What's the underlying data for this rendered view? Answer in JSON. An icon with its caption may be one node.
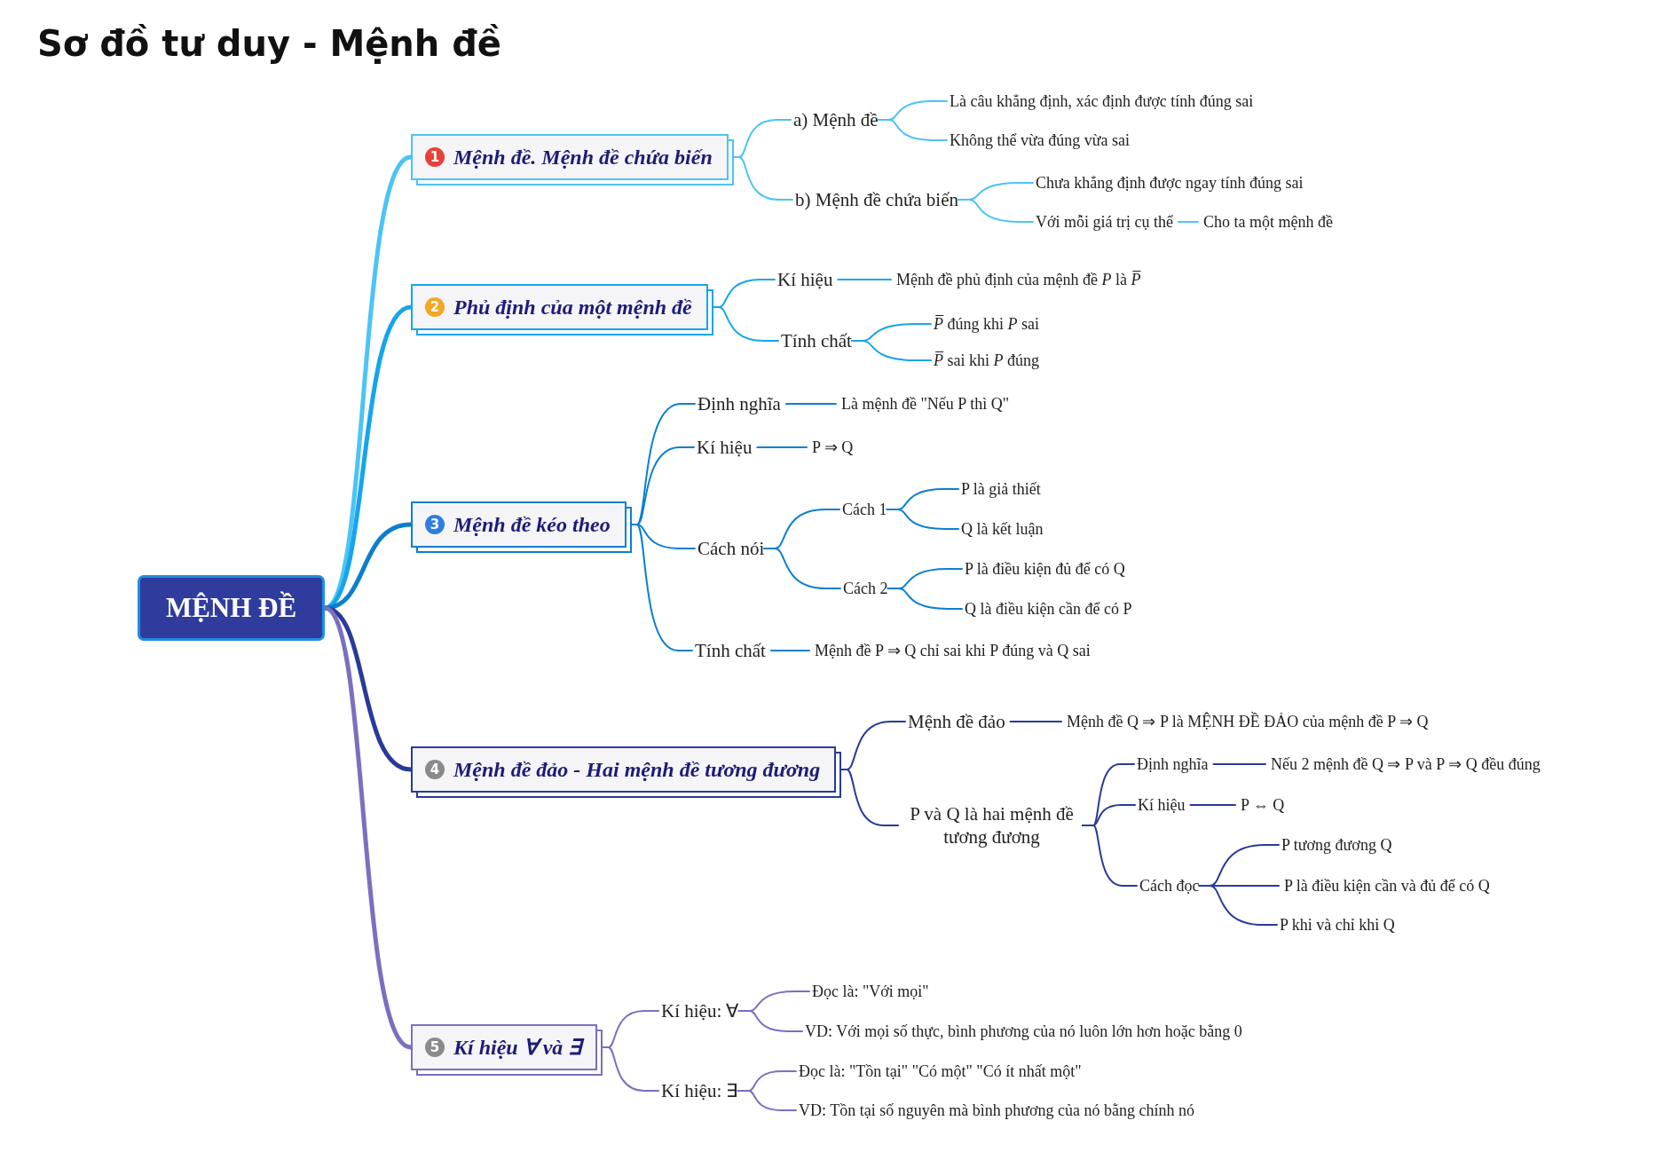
{
  "diagram": {
    "title": "Sơ đồ tư duy - Mệnh đề",
    "nodes": [
      {
        "text": [
          "MỆNH ĐỀ"
        ]
      },
      {
        "text": [
          "1",
          "Mệnh đề. Mệnh đề chứa biến"
        ]
      },
      {
        "text": [
          "a) Mệnh đề"
        ]
      },
      {
        "text": [
          "Là câu khẳng định, xác định được tính đúng sai"
        ]
      },
      {
        "text": [
          "Không thể vừa đúng vừa sai"
        ]
      },
      {
        "text": [
          "b) Mệnh đề chứa biến"
        ]
      },
      {
        "text": [
          "Chưa khẳng định được ngay tính đúng sai"
        ]
      },
      {
        "text": [
          "Với mỗi giá trị cụ thể"
        ]
      },
      {
        "text": [
          "Cho ta một mệnh đề"
        ]
      },
      {
        "text": [
          "2",
          "Phủ định của một mệnh đề"
        ]
      },
      {
        "text": [
          "Kí hiệu"
        ]
      },
      {
        "text": [
          "Mệnh đề phủ định của mệnh đề *P* là *P̅*"
        ]
      },
      {
        "text": [
          "Tính chất"
        ]
      },
      {
        "text": [
          "*P̅* đúng khi *P* sai"
        ]
      },
      {
        "text": [
          "*P̅* sai khi *P* đúng"
        ]
      },
      {
        "text": [
          "3",
          "Mệnh đề kéo theo"
        ]
      },
      {
        "text": [
          "Định nghĩa"
        ]
      },
      {
        "text": [
          "Là mệnh đề \"Nếu P thì Q\""
        ]
      },
      {
        "text": [
          "Kí hiệu"
        ]
      },
      {
        "text": [
          "P ⇒ Q"
        ]
      },
      {
        "text": [
          "Cách nói"
        ]
      },
      {
        "text": [
          "Cách 1"
        ]
      },
      {
        "text": [
          "P là giả thiết"
        ]
      },
      {
        "text": [
          "Q là kết luận"
        ]
      },
      {
        "text": [
          "Cách 2"
        ]
      },
      {
        "text": [
          "P là điều kiện đủ để có Q"
        ]
      },
      {
        "text": [
          "Q là điều kiện cần để có P"
        ]
      },
      {
        "text": [
          "Tính chất"
        ]
      },
      {
        "text": [
          "Mệnh đề P ⇒ Q chỉ sai khi P đúng và Q sai"
        ]
      },
      {
        "text": [
          "4",
          "Mệnh đề đảo - Hai mệnh đề tương đương"
        ]
      },
      {
        "text": [
          "Mệnh đề đảo"
        ]
      },
      {
        "text": [
          "Mệnh đề Q ⇒ P là MỆNH ĐỀ ĐẢO của mệnh đề P ⇒ Q"
        ]
      },
      {
        "text": [
          "P và Q là hai mệnh đề tương đương"
        ]
      },
      {
        "text": [
          "Định nghĩa"
        ]
      },
      {
        "text": [
          "Nếu 2 mệnh đề Q ⇒ P và P ⇒ Q đều đúng"
        ]
      },
      {
        "text": [
          "Kí hiệu"
        ]
      },
      {
        "text": [
          "P ⇔ Q"
        ]
      },
      {
        "text": [
          "Cách đọc"
        ]
      },
      {
        "text": [
          "P tương đương Q"
        ]
      },
      {
        "text": [
          "P là điều kiện cần và đủ để có Q"
        ]
      },
      {
        "text": [
          "P khi và chỉ khi Q"
        ]
      },
      {
        "text": [
          "5",
          "Kí hiệu ∀ và ∃"
        ]
      },
      {
        "text": [
          "Kí hiệu: ∀"
        ]
      },
      {
        "text": [
          "Đọc là: \"Với mọi\""
        ]
      },
      {
        "text": [
          "VD: Với mọi số thực, bình phương của nó luôn lớn hơn hoặc bằng 0"
        ]
      },
      {
        "text": [
          "Kí hiệu: ∃"
        ]
      },
      {
        "text": [
          "Đọc là: \"Tồn tại\" \"Có một\" \"Có ít nhất một\""
        ]
      },
      {
        "text": [
          "VD: Tồn tại số nguyên mà bình phương của nó bằng chính nó"
        ]
      }
    ],
    "edges": [
      {
        "from": 0,
        "to": 1,
        "arrow": "none",
        "style": "thick",
        "color": "#4cc4f4"
      },
      {
        "from": 0,
        "to": 9,
        "arrow": "none",
        "style": "thick",
        "color": "#16a5ec"
      },
      {
        "from": 0,
        "to": 15,
        "arrow": "none",
        "style": "thick",
        "color": "#0b7fcf"
      },
      {
        "from": 0,
        "to": 29,
        "arrow": "none",
        "style": "thick",
        "color": "#2a3a98"
      },
      {
        "from": 0,
        "to": 41,
        "arrow": "none",
        "style": "thick",
        "color": "#7b6fc0"
      },
      {
        "from": 1,
        "to": 2,
        "arrow": "none",
        "color": "#4cc4f4"
      },
      {
        "from": 2,
        "to": 3,
        "arrow": "none",
        "color": "#4cc4f4"
      },
      {
        "from": 2,
        "to": 4,
        "arrow": "none",
        "color": "#4cc4f4"
      },
      {
        "from": 1,
        "to": 5,
        "arrow": "none",
        "color": "#4cc4f4"
      },
      {
        "from": 5,
        "to": 6,
        "arrow": "none",
        "color": "#4cc4f4"
      },
      {
        "from": 5,
        "to": 7,
        "arrow": "none",
        "color": "#4cc4f4"
      },
      {
        "from": 7,
        "to": 8,
        "arrow": "none",
        "color": "#4cc4f4"
      },
      {
        "from": 9,
        "to": 10,
        "arrow": "none",
        "color": "#16a5ec"
      },
      {
        "from": 10,
        "to": 11,
        "arrow": "none",
        "color": "#16a5ec"
      },
      {
        "from": 9,
        "to": 12,
        "arrow": "none",
        "color": "#16a5ec"
      },
      {
        "from": 12,
        "to": 13,
        "arrow": "none",
        "color": "#16a5ec"
      },
      {
        "from": 12,
        "to": 14,
        "arrow": "none",
        "color": "#16a5ec"
      },
      {
        "from": 15,
        "to": 16,
        "arrow": "none",
        "color": "#0b7fcf"
      },
      {
        "from": 16,
        "to": 17,
        "arrow": "none",
        "color": "#0b7fcf"
      },
      {
        "from": 15,
        "to": 18,
        "arrow": "none",
        "color": "#0b7fcf"
      },
      {
        "from": 18,
        "to": 19,
        "arrow": "none",
        "color": "#0b7fcf"
      },
      {
        "from": 15,
        "to": 20,
        "arrow": "none",
        "color": "#0b7fcf"
      },
      {
        "from": 20,
        "to": 21,
        "arrow": "none",
        "color": "#0b7fcf"
      },
      {
        "from": 21,
        "to": 22,
        "arrow": "none",
        "color": "#0b7fcf"
      },
      {
        "from": 21,
        "to": 23,
        "arrow": "none",
        "color": "#0b7fcf"
      },
      {
        "from": 20,
        "to": 24,
        "arrow": "none",
        "color": "#0b7fcf"
      },
      {
        "from": 24,
        "to": 25,
        "arrow": "none",
        "color": "#0b7fcf"
      },
      {
        "from": 24,
        "to": 26,
        "arrow": "none",
        "color": "#0b7fcf"
      },
      {
        "from": 15,
        "to": 27,
        "arrow": "none",
        "color": "#0b7fcf"
      },
      {
        "from": 27,
        "to": 28,
        "arrow": "none",
        "color": "#0b7fcf"
      },
      {
        "from": 29,
        "to": 30,
        "arrow": "none",
        "color": "#2a3a98"
      },
      {
        "from": 30,
        "to": 31,
        "arrow": "none",
        "color": "#2a3a98"
      },
      {
        "from": 29,
        "to": 32,
        "arrow": "none",
        "color": "#2a3a98"
      },
      {
        "from": 32,
        "to": 33,
        "arrow": "none",
        "color": "#2a3a98"
      },
      {
        "from": 33,
        "to": 34,
        "arrow": "none",
        "color": "#2a3a98"
      },
      {
        "from": 32,
        "to": 35,
        "arrow": "none",
        "color": "#2a3a98"
      },
      {
        "from": 35,
        "to": 36,
        "arrow": "none",
        "color": "#2a3a98"
      },
      {
        "from": 32,
        "to": 37,
        "arrow": "none",
        "color": "#2a3a98"
      },
      {
        "from": 37,
        "to": 38,
        "arrow": "none",
        "color": "#2a3a98"
      },
      {
        "from": 37,
        "to": 39,
        "arrow": "none",
        "color": "#2a3a98"
      },
      {
        "from": 37,
        "to": 40,
        "arrow": "none",
        "color": "#2a3a98"
      },
      {
        "from": 41,
        "to": 42,
        "arrow": "none",
        "color": "#7b6fc0"
      },
      {
        "from": 42,
        "to": 43,
        "arrow": "none",
        "color": "#7b6fc0"
      },
      {
        "from": 42,
        "to": 44,
        "arrow": "none",
        "color": "#7b6fc0"
      },
      {
        "from": 41,
        "to": 45,
        "arrow": "none",
        "color": "#7b6fc0"
      },
      {
        "from": 45,
        "to": 46,
        "arrow": "none",
        "color": "#7b6fc0"
      },
      {
        "from": 45,
        "to": 47,
        "arrow": "none",
        "color": "#7b6fc0"
      }
    ]
  }
}
